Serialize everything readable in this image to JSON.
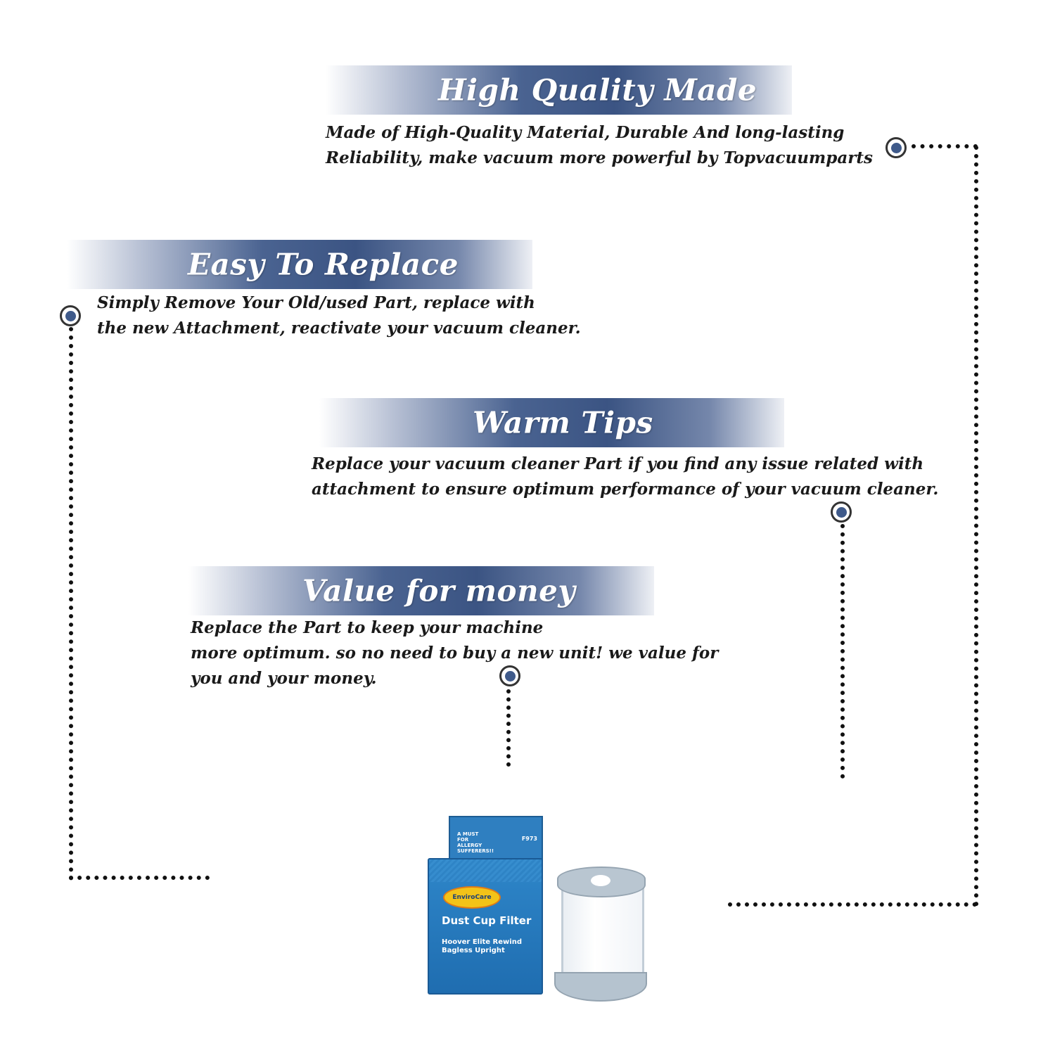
{
  "sections": [
    {
      "title": "High Quality Made",
      "lines": [
        "Made of  High-Quality Material, Durable And long-lasting",
        "Reliability, make vacuum more powerful by Topvacuumparts"
      ]
    },
    {
      "title": "Easy To Replace",
      "lines": [
        "Simply Remove Your Old/used Part, replace with",
        "the new Attachment, reactivate your vacuum cleaner."
      ]
    },
    {
      "title": "Warm Tips",
      "lines": [
        "Replace your vacuum cleaner Part if you find any issue related with",
        " attachment to ensure optimum performance of your vacuum cleaner."
      ]
    },
    {
      "title": "Value for money",
      "lines": [
        "Replace the Part to keep your machine",
        "more optimum. so no need to buy a new unit! we value for",
        "you and your money."
      ]
    }
  ],
  "product": {
    "box_top_text": [
      "A MUST",
      "FOR",
      "ALLERGY",
      "SUFFERERS!!"
    ],
    "box_code": "F973",
    "brand": "EnviroCare",
    "box_title": "Dust Cup Filter",
    "box_sub": [
      "Hoover Elite Rewind",
      "Bagless Upright"
    ]
  },
  "colors": {
    "banner": "#3b5483",
    "marker": "#3f5a8a"
  }
}
